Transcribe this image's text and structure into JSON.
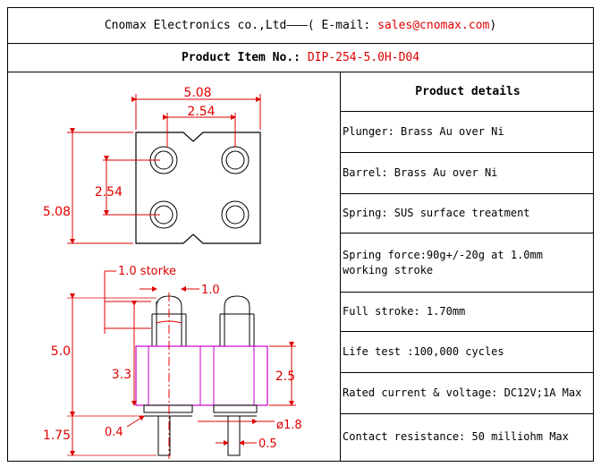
{
  "header": {
    "company": "Cnomax Electronics co.,Ltd———( E-mail: ",
    "email": "sales@cnomax.com",
    "email_close": ")",
    "product_label": "Product Item No.:",
    "product_no": "DIP-254-5.0H-D04"
  },
  "drawing": {
    "dim_width": "5.08",
    "dim_pitch": "2.54",
    "dim_pitch_v": "2.54",
    "dim_height": "5.08",
    "dim_stroke": "1.0 storke",
    "dim_plunger": "1.0",
    "dim_total": "5.0",
    "dim_barrel": "3.3",
    "dim_body": "2.5",
    "dim_base": "1.75",
    "dim_tail": "0.4",
    "dim_tip_dia": "ø1.8",
    "dim_tip": "0.5",
    "colors": {
      "lines": "#e00000",
      "body": "#cc00cc"
    }
  },
  "details": {
    "title": "Product details",
    "items": [
      "Plunger: Brass Au over Ni",
      "Barrel: Brass Au over Ni",
      "Spring: SUS surface treatment",
      "Spring force:90g+/-20g at 1.0mm working stroke",
      "Full stroke: 1.70mm",
      "Life test :100,000 cycles",
      "Rated current & voltage: DC12V;1A Max",
      "Contact resistance: 50 milliohm Max"
    ]
  }
}
